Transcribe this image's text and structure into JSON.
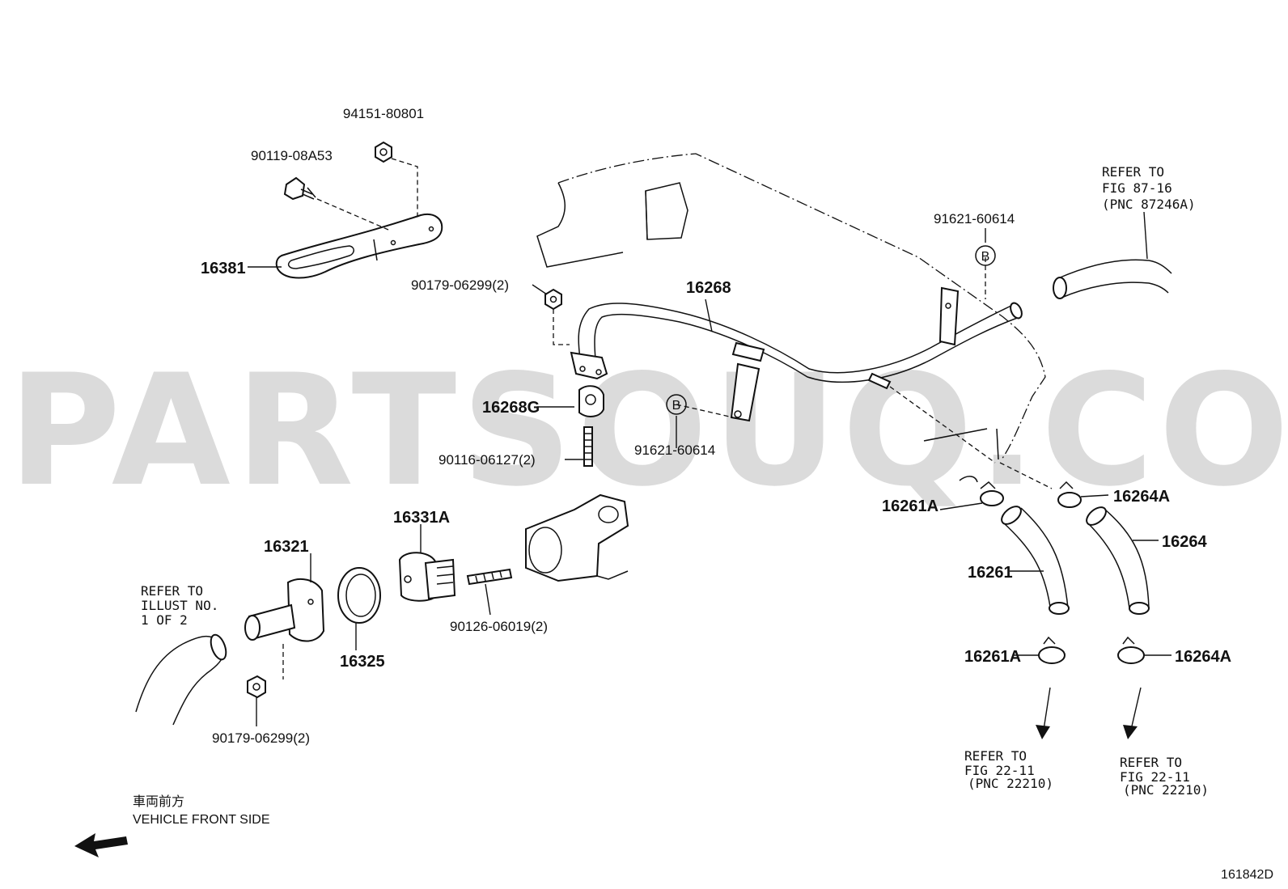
{
  "watermark": "PARTSOUQ.COM",
  "figure_id": "161842D",
  "direction": {
    "japanese": "車両前方",
    "english": "VEHICLE FRONT SIDE"
  },
  "parts": {
    "p94151": "94151-80801",
    "p90119": "90119-08A53",
    "p16381": "16381",
    "p90179_top": "90179-06299(2)",
    "p16268": "16268",
    "p16268G": "16268G",
    "p90116": "90116-06127(2)",
    "p91621_b_left": "91621-60614",
    "p91621_b_right": "91621-60614",
    "p16331A": "16331A",
    "p16321": "16321",
    "p16325": "16325",
    "p90126": "90126-06019(2)",
    "p90179_bottom": "90179-06299(2)",
    "p16261A_top": "16261A",
    "p16264A_top": "16264A",
    "p16264": "16264",
    "p16261": "16261",
    "p16261A_bottom": "16261A",
    "p16264A_bottom": "16264A"
  },
  "callouts": {
    "b_marker": "B"
  },
  "references": {
    "fig87": [
      "REFER TO",
      "FIG 87-16",
      "(PNC 87246A)"
    ],
    "illust": [
      "REFER TO",
      "ILLUST NO.",
      "1 OF 2"
    ],
    "fig22_left": [
      "REFER TO",
      "FIG 22-11",
      "(PNC 22210)"
    ],
    "fig22_right": [
      "REFER TO",
      "FIG 22-11",
      "(PNC 22210)"
    ]
  }
}
